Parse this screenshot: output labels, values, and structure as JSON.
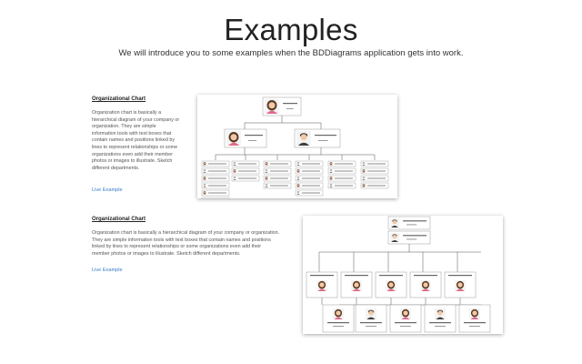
{
  "hero": {
    "title": "Examples",
    "subtitle": "We will introduce you to some examples when the BDDiagrams application gets into work."
  },
  "sections": [
    {
      "title": "Organizational Chart",
      "body_lines": [
        "Organization chart is basically a",
        "hierarchical diagram of your company or",
        "organization. They are simple",
        "information tools with text boxes that",
        "contain names and positions linked by",
        "lines to represent relationships or some",
        "organizations even add their member",
        "photos or images to illustrate. Sketch",
        "different departments."
      ],
      "link": "Live Example"
    },
    {
      "title": "Organizational Chart",
      "body_lines": [
        "Organization chart is basically a hierarchical diagram of your company or organization.",
        "They are simple information tools with text boxes that contain names and positions",
        "linked by lines to represent relationships or some organizations even add their",
        "member photos or images to illustrate. Sketch different departments."
      ],
      "link": "Live Example"
    }
  ],
  "colors": {
    "link": "#3a7bc8",
    "line": "#555555",
    "hair": "#5a3a22",
    "skin": "#f2c9a8",
    "shirt_female": "#e06a88",
    "suit": "#3d3d3d"
  },
  "icons": [
    "female-avatar-icon",
    "male-avatar-icon"
  ]
}
